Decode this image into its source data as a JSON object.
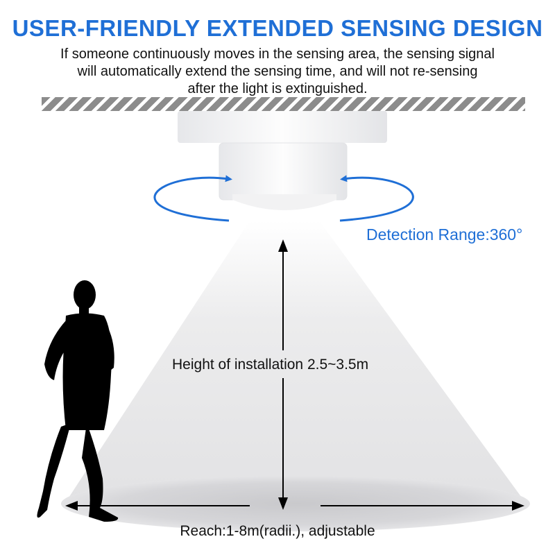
{
  "title": "USER-FRIENDLY EXTENDED SENSING DESIGN",
  "subtitle_lines": [
    "If someone continuously moves in the sensing area, the sensing signal",
    "will automatically extend the sensing time, and will not re-sensing",
    "after the light is extinguished."
  ],
  "detection_range_label": "Detection Range:360°",
  "installation_height_label": "Height of installation 2.5~3.5m",
  "reach_label": "Reach:1-8m(radii.), adjustable",
  "colors": {
    "accent": "#1f6fd6",
    "text": "#111111",
    "ceiling_stripe": "#8c8c8c",
    "cone": "#e9e9ea",
    "silhouette": "#000000"
  },
  "icons": [
    "rotation-arrow-icon",
    "vertical-double-arrow-icon",
    "horizontal-double-arrow-icon",
    "walking-person-icon",
    "sensor-device-icon"
  ]
}
